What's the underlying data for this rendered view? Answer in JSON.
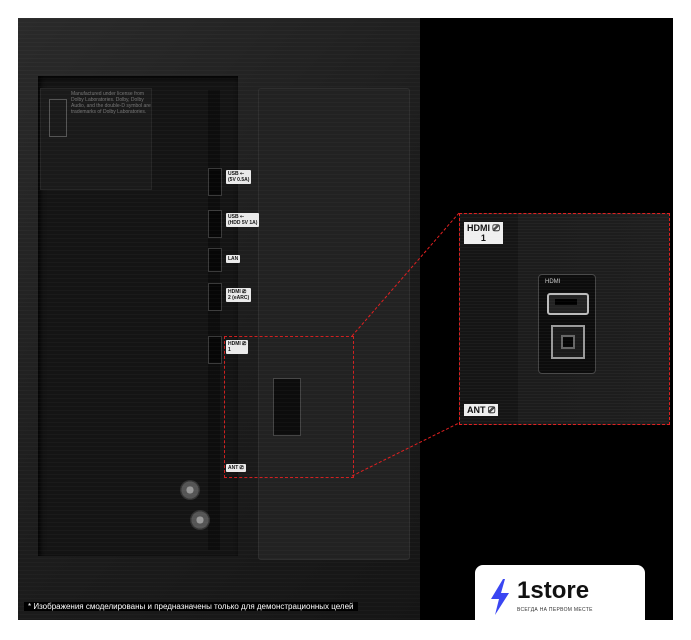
{
  "port_labels": {
    "usb1": "USB ⇠\n(5V 0.5A)",
    "usb2": "USB ⇠\n(HDD 5V 1A)",
    "lan": "LAN",
    "hdmi2": "HDMI ⎚\n2 (eARC)",
    "hdmi1": "HDMI ⎚\n1",
    "ant": "ANT ⎚"
  },
  "zoom_labels": {
    "hdmi1": "HDMI ⎚\n1",
    "ant": "ANT ⎚",
    "hdmi_port_tag": "HDMI"
  },
  "license_text": "Manufactured under license from Dolby Laboratories. Dolby, Dolby Audio, and the double-D symbol are trademarks of Dolby Laboratories.",
  "caption": "* Изображения смоделированы и предназначены только для демонстрационных целей",
  "brand": {
    "name": "1store",
    "tagline": "ВСЕГДА НА ПЕРВОМ МЕСТЕ",
    "accent": "#3a46f2"
  },
  "icons": [
    "lightning-icon",
    "hdmi-port-icon",
    "optical-port-icon",
    "coax-port-icon"
  ]
}
